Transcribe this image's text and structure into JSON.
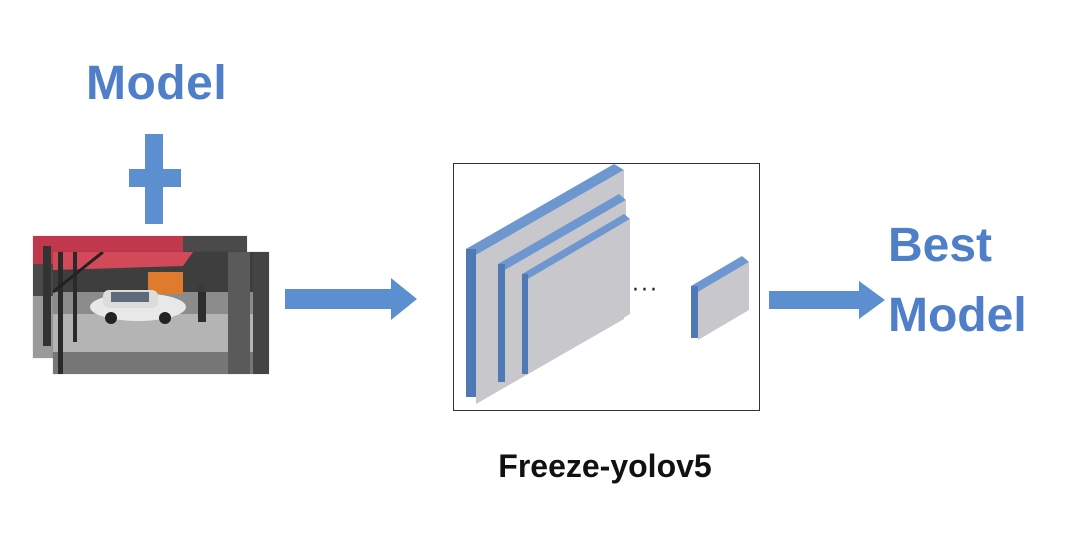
{
  "inputs": {
    "model_label": "Model"
  },
  "process": {
    "name": "Freeze-yolov5",
    "ellipsis": "···"
  },
  "output": {
    "label_line1": "Best",
    "label_line2": "Model"
  },
  "colors": {
    "accent_text": "#4f7fc9",
    "accent_shape": "#5b8fd0",
    "layer_face": "#c8c8cc",
    "layer_edge": "#4e79b4"
  },
  "icons": {
    "plus": "plus-icon",
    "arrow": "arrow-right-icon"
  }
}
